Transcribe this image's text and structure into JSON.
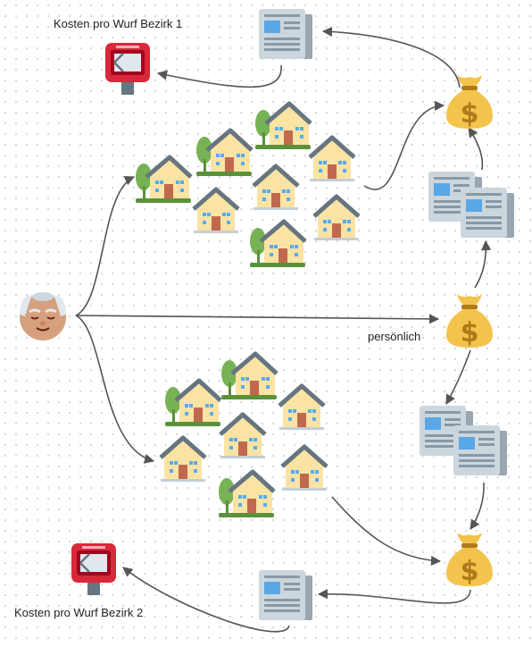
{
  "labels": {
    "cost_district_1": "Kosten pro Wurf Bezirk 1",
    "cost_district_2": "Kosten pro Wurf Bezirk 2",
    "personal": "persönlich"
  },
  "icons": {
    "person": "elderly-man-icon",
    "house": "house-icon",
    "house_with_tree": "house-with-tree-icon",
    "money_bag": "money-bag-icon",
    "newspaper": "newspaper-icon",
    "mailbox": "mailbox-icon"
  },
  "colors": {
    "arrow": "#555555",
    "money_bag": "#f2c44c",
    "dollar": "#b07a19",
    "newspaper": "#b3bcc6",
    "newspaper_accent": "#5aa7e6",
    "mailbox": "#d8293a",
    "house_wall": "#fbe3a4",
    "roof": "#66757f",
    "door": "#c1694f",
    "window": "#55acee",
    "tree": "#77b255",
    "face": "#d6a07e"
  }
}
